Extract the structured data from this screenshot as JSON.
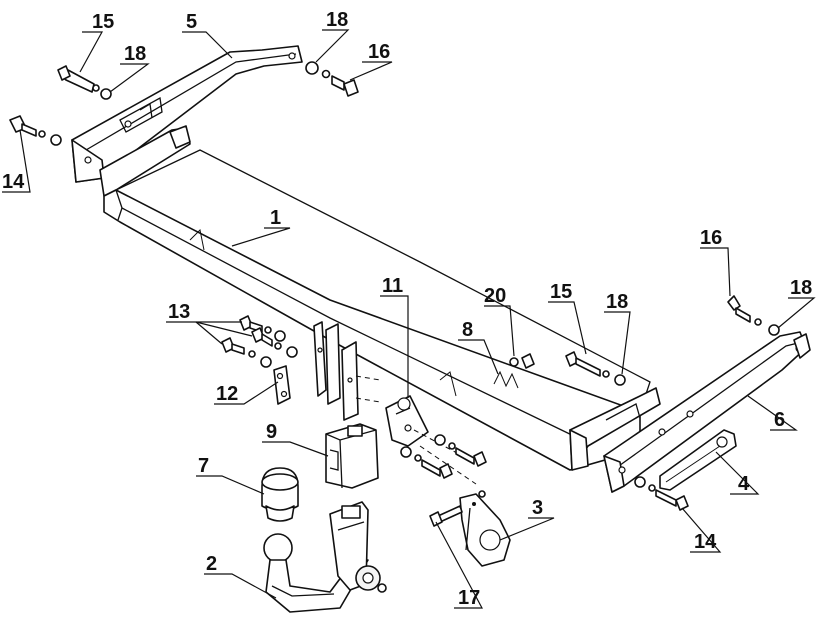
{
  "callouts": [
    {
      "id": "c15a",
      "label": "15"
    },
    {
      "id": "c5",
      "label": "5"
    },
    {
      "id": "c18a",
      "label": "18"
    },
    {
      "id": "c18b",
      "label": "18"
    },
    {
      "id": "c16a",
      "label": "16"
    },
    {
      "id": "c14a",
      "label": "14"
    },
    {
      "id": "c1",
      "label": "1"
    },
    {
      "id": "c11",
      "label": "11"
    },
    {
      "id": "c20",
      "label": "20"
    },
    {
      "id": "c15b",
      "label": "15"
    },
    {
      "id": "c18c",
      "label": "18"
    },
    {
      "id": "c16b",
      "label": "16"
    },
    {
      "id": "c18d",
      "label": "18"
    },
    {
      "id": "c13",
      "label": "13"
    },
    {
      "id": "c8",
      "label": "8"
    },
    {
      "id": "c12",
      "label": "12"
    },
    {
      "id": "c6",
      "label": "6"
    },
    {
      "id": "c9",
      "label": "9"
    },
    {
      "id": "c7",
      "label": "7"
    },
    {
      "id": "c4",
      "label": "4"
    },
    {
      "id": "c3",
      "label": "3"
    },
    {
      "id": "c14b",
      "label": "14"
    },
    {
      "id": "c2",
      "label": "2"
    },
    {
      "id": "c17",
      "label": "17"
    }
  ]
}
